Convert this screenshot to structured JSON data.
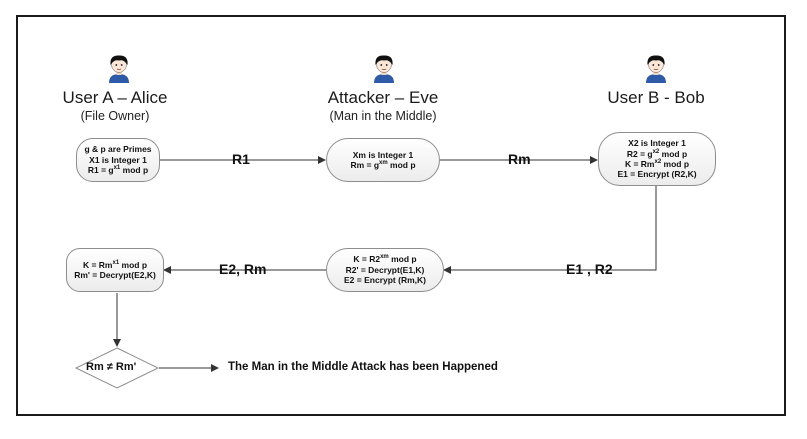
{
  "actors": [
    {
      "name": "User A – Alice",
      "role": "(File Owner)",
      "icon": "person-icon"
    },
    {
      "name": "Attacker – Eve",
      "role": "(Man in the Middle)",
      "icon": "person-icon"
    },
    {
      "name": "User B - Bob",
      "role": "",
      "icon": "person-icon"
    }
  ],
  "nodes": {
    "alice_setup": [
      "g & p are Primes",
      "X1 is Integer 1"
    ],
    "alice_setup_r1": {
      "pre": "R1 = g",
      "sup": "x1",
      "post": " mod p"
    },
    "eve_setup": [
      "Xm is Integer 1"
    ],
    "eve_setup_rm": {
      "pre": "Rm = g",
      "sup": "xm",
      "post": " mod p"
    },
    "bob_setup_x2": "X2 is Integer 1",
    "bob_setup_r2": {
      "pre": "R2 = g",
      "sup": "x2",
      "post": " mod p"
    },
    "bob_setup_k": {
      "pre": "K = Rm",
      "sup": "x2",
      "post": " mod p"
    },
    "bob_setup_e1": "E1 = Encrypt (R2,K)",
    "eve_relay_k": {
      "pre": "K = R2",
      "sup": "xm",
      "post": " mod p"
    },
    "eve_relay_r2p": "R2' = Decrypt(E1,K)",
    "eve_relay_e2": "E2 = Encrypt (Rm,K)",
    "alice_final_k": {
      "pre": "K = Rm",
      "sup": "x1",
      "post": " mod p"
    },
    "alice_final_rmp": "Rm' = Decrypt(E2,K)"
  },
  "edges": {
    "r1": "R1",
    "rm": "Rm",
    "e1r2": "E1 , R2",
    "e2rm": "E2, Rm"
  },
  "decision": "Rm ≠ Rm'",
  "result": "The Man in the Middle Attack has been Happened",
  "colors": {
    "border": "#1a1a1a",
    "node_border": "#8d8d8d",
    "shirt": "#2f5aa8",
    "hair": "#111111"
  }
}
